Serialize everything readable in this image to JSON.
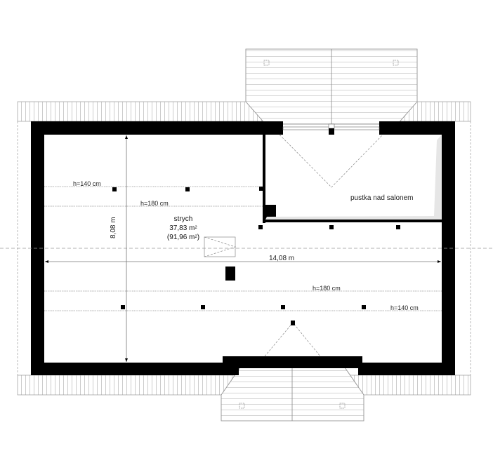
{
  "plan": {
    "room_name": "strych",
    "room_area": "37,83 m",
    "room_area_total": "(91,96 m",
    "area_unit_sup": "2",
    "void_label": "pustka nad salonem",
    "dim_width": "14,08 m",
    "dim_depth": "8,08 m",
    "height_labels": {
      "top_h140": "h=140 cm",
      "top_h180": "h=180 cm",
      "bottom_h180": "h=180 cm",
      "bottom_h140": "h=140 cm"
    }
  },
  "colors": {
    "wall": "#000000",
    "line": "#888888",
    "roof": "#999999",
    "void_shade": "#e6e6e6"
  }
}
